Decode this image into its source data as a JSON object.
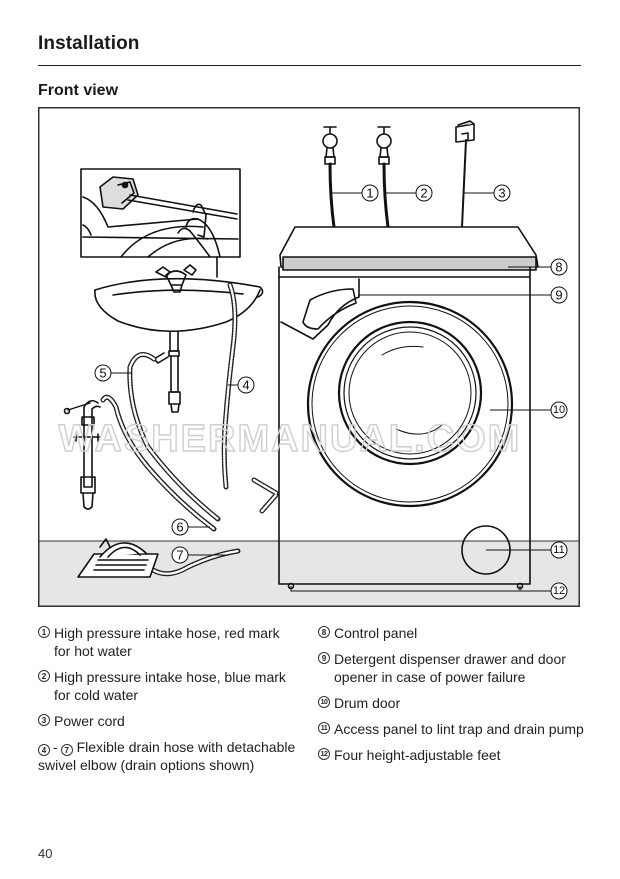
{
  "page": {
    "section_title": "Installation",
    "subsection_title": "Front view",
    "page_number": "40"
  },
  "figure": {
    "watermark": "WASHERMANUAL.COM",
    "callouts": [
      "1",
      "2",
      "3",
      "4",
      "5",
      "6",
      "7",
      "8",
      "9",
      "10",
      "11",
      "12"
    ],
    "colors": {
      "line": "#111111",
      "floor": "#e6e6e6",
      "control_panel": "#cccccc",
      "watermark": "#cfcfcf"
    }
  },
  "legend": {
    "left": [
      {
        "num": "1",
        "text": "High pressure intake hose, red mark for hot water"
      },
      {
        "num": "2",
        "text": "High pressure intake hose, blue mark for cold water"
      },
      {
        "num": "3",
        "text": "Power cord"
      },
      {
        "num_from": "4",
        "dash": "-",
        "num_to": "7",
        "text": "Flexible drain hose with detachable swivel elbow (drain options shown)"
      }
    ],
    "right": [
      {
        "num": "8",
        "text": "Control panel"
      },
      {
        "num": "9",
        "text": "Detergent dispenser drawer and door opener in case of power failure"
      },
      {
        "num": "10",
        "text": "Drum door"
      },
      {
        "num": "11",
        "text": "Access panel to lint trap and drain pump"
      },
      {
        "num": "12",
        "text": "Four height-adjustable feet"
      }
    ]
  }
}
